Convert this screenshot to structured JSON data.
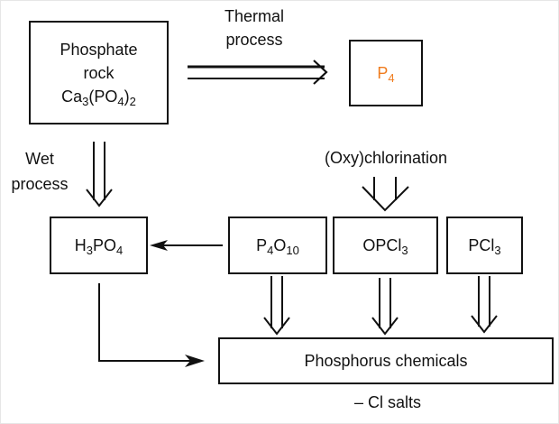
{
  "nodes": {
    "phosphate_rock": {
      "line1": "Phosphate",
      "line2": "rock",
      "formula": {
        "a": "Ca",
        "a_sub": "3",
        "b": "(PO",
        "b_sub": "4",
        "c": ")",
        "c_sub": "2"
      }
    },
    "p4": {
      "main": "P",
      "sub": "4",
      "color": "#f07c1e"
    },
    "h3po4": {
      "a": "H",
      "a_sub": "3",
      "b": "PO",
      "b_sub": "4"
    },
    "p4o10": {
      "a": "P",
      "a_sub": "4",
      "b": "O",
      "b_sub": "10"
    },
    "opcl3": {
      "a": "OPCl",
      "a_sub": "3"
    },
    "pcl3": {
      "a": "PCl",
      "a_sub": "3"
    },
    "phosphorus_chemicals": {
      "label": "Phosphorus chemicals"
    }
  },
  "labels": {
    "thermal_line1": "Thermal",
    "thermal_line2": "process",
    "wet_line1": "Wet",
    "wet_line2": "process",
    "oxychlorination": "(Oxy)chlorination",
    "cl_salts": "– Cl salts"
  }
}
